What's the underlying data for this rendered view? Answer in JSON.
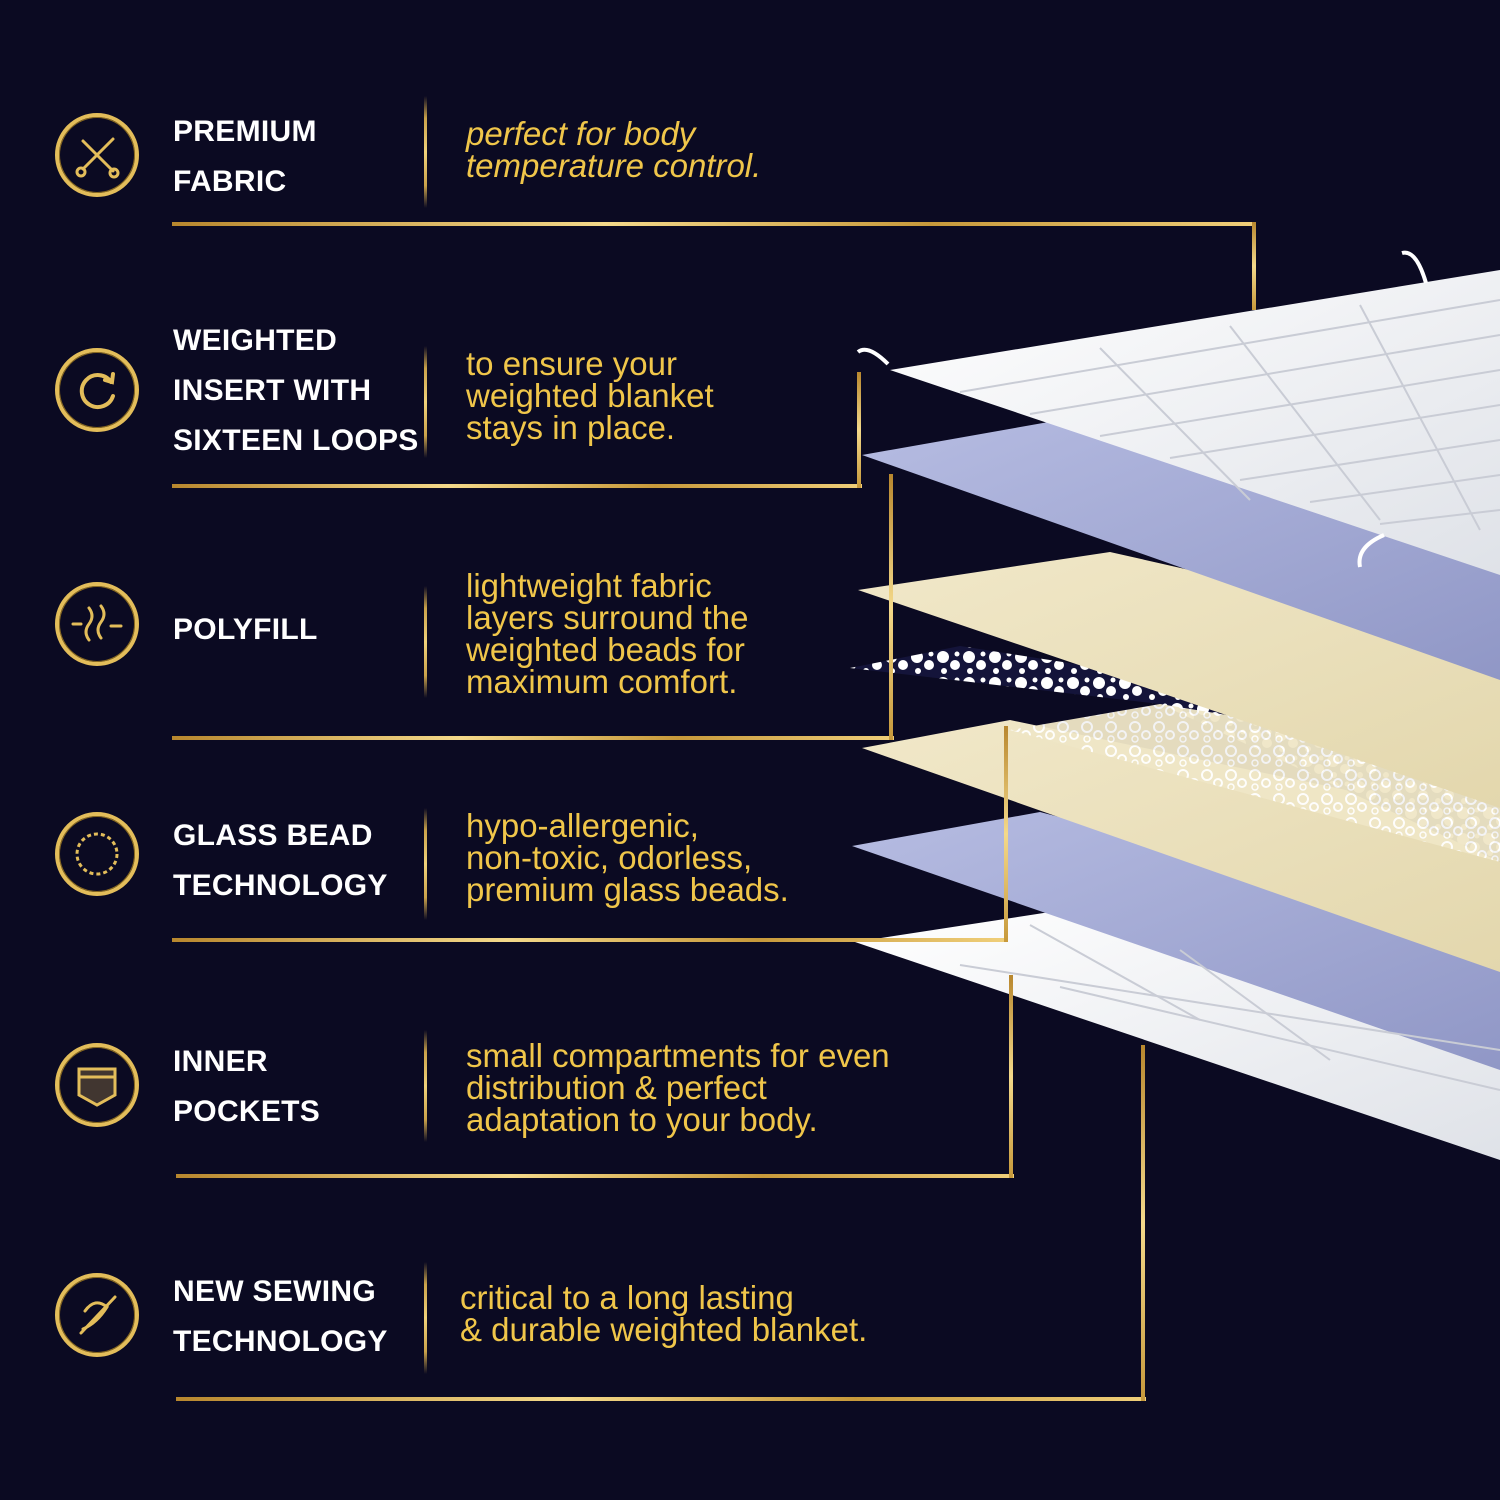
{
  "features": [
    {
      "title": "PREMIUM\nFABRIC",
      "icon": "scissors-needle-icon",
      "description": "perfect for body\ntemperature control."
    },
    {
      "title": "WEIGHTED\nINSERT WITH\nSIXTEEN LOOPS",
      "icon": "loop-arrow-icon",
      "description": "to ensure your\nweighted blanket\nstays in place."
    },
    {
      "title": "POLYFILL",
      "icon": "fiber-wave-icon",
      "description": "lightweight fabric\nlayers surround the\nweighted beads for\nmaximum comfort."
    },
    {
      "title": "GLASS BEAD\nTECHNOLOGY",
      "icon": "bead-ring-icon",
      "description": "hypo-allergenic,\nnon-toxic, odorless,\npremium glass beads."
    },
    {
      "title": "INNER\nPOCKETS",
      "icon": "pocket-icon",
      "description": "small compartments for even\ndistribution & perfect\nadaptation to your body."
    },
    {
      "title": "NEW SEWING\nTECHNOLOGY",
      "icon": "sewing-needle-icon",
      "description": "critical to a long lasting\n& durable weighted blanket."
    }
  ],
  "colors": {
    "background": "#0b0a22",
    "gold": "#e3bd5a",
    "text_gold": "#f0c64a",
    "title_white": "#ffffff",
    "layer_white": "#f4f5f7",
    "layer_blue": "#a9b0d8",
    "layer_cream": "#ece3c4"
  }
}
